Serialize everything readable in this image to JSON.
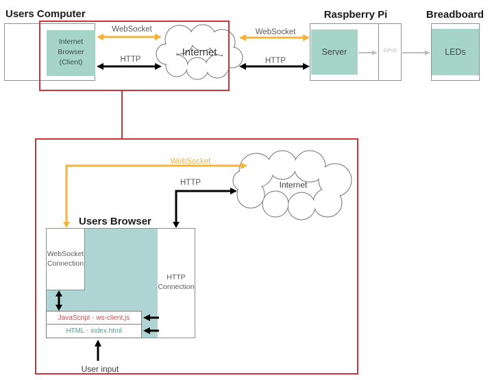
{
  "top": {
    "users_computer_title": "Users Computer",
    "browser_lines": [
      "Internet",
      "Browser",
      "(Client)"
    ],
    "websocket_label_left": "WebSocket",
    "http_label_left": "HTTP",
    "internet_label": "Internet",
    "websocket_label_right": "WebSocket",
    "http_label_right": "HTTP",
    "raspberry_pi_title": "Raspberry Pi",
    "server_label": "Server",
    "gpio_label": "GPIO",
    "breadboard_title": "Breadboard",
    "leds_label": "LEDs"
  },
  "detail": {
    "websocket_label": "WebSocket",
    "http_label": "HTTP",
    "internet_label": "Internet",
    "users_browser_title": "Users Browser",
    "websocket_connection_label": "WebSocket Connection",
    "http_connection_label": "HTTP Connection",
    "javascript_box_label": "JavaScript - ws-client.js",
    "html_box_label": "HTML - index.html",
    "user_input_label": "User input"
  },
  "colors": {
    "highlight_red": "#C9353B",
    "websocket_yellow": "#F3B33C",
    "teal_top_boxes": "#A6D5C7",
    "teal_browser_fill": "#AED4D4",
    "gray_label_text": "#595959",
    "javascript_text": "#C0504D",
    "html_text": "#4E9C8E"
  }
}
